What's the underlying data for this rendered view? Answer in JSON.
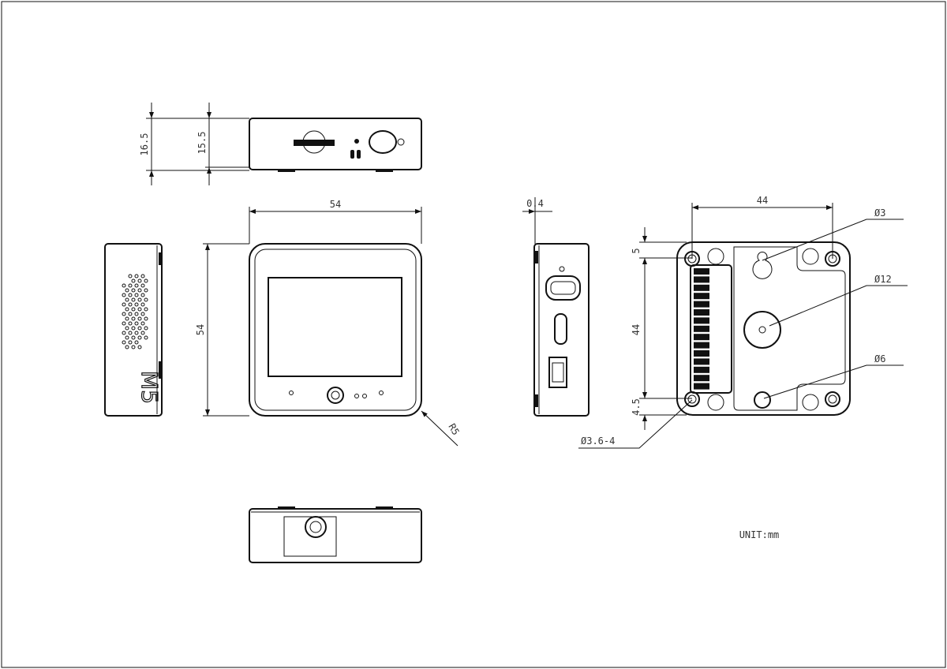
{
  "drawing": {
    "title": "Device outline dimension drawing",
    "unit_label": "UNIT:mm",
    "logo_text": "M5",
    "top_view": {
      "height_total": "16.5",
      "height_body": "15.5"
    },
    "front_view": {
      "width": "54",
      "height": "54",
      "corner_radius": "R5"
    },
    "side_view": {
      "offset": "0.4"
    },
    "back_view": {
      "hole_spacing_x": "44",
      "hole_spacing_y": "44",
      "top_offset": "5",
      "bottom_offset": "4.5",
      "keyhole_dia": "Ø3",
      "center_dia": "Ø12",
      "lower_dia": "Ø6",
      "mount_dia": "Ø3.6-4"
    }
  }
}
